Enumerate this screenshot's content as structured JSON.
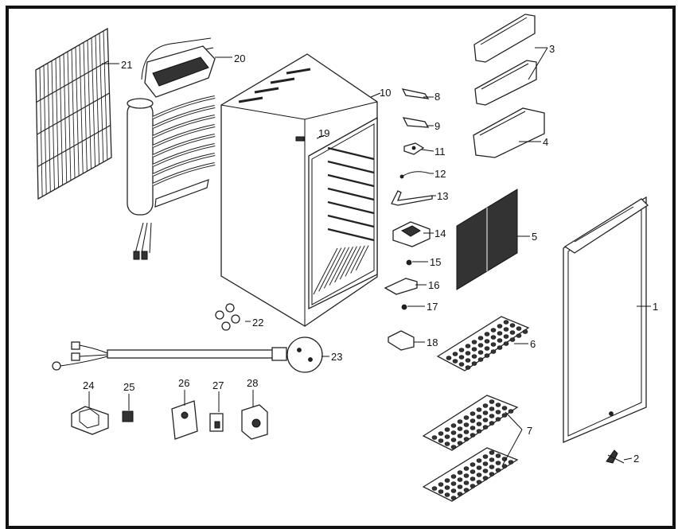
{
  "parts": [
    {
      "id": "part-1",
      "label": "1"
    },
    {
      "id": "part-2",
      "label": "2"
    },
    {
      "id": "part-3",
      "label": "3"
    },
    {
      "id": "part-4",
      "label": "4"
    },
    {
      "id": "part-5",
      "label": "5"
    },
    {
      "id": "part-6",
      "label": "6"
    },
    {
      "id": "part-7",
      "label": "7"
    },
    {
      "id": "part-8",
      "label": "8"
    },
    {
      "id": "part-9",
      "label": "9"
    },
    {
      "id": "part-10",
      "label": "10"
    },
    {
      "id": "part-11",
      "label": "11"
    },
    {
      "id": "part-12",
      "label": "12"
    },
    {
      "id": "part-13",
      "label": "13"
    },
    {
      "id": "part-14",
      "label": "14"
    },
    {
      "id": "part-15",
      "label": "15"
    },
    {
      "id": "part-16",
      "label": "16"
    },
    {
      "id": "part-17",
      "label": "17"
    },
    {
      "id": "part-18",
      "label": "18"
    },
    {
      "id": "part-19",
      "label": "19"
    },
    {
      "id": "part-20",
      "label": "20"
    },
    {
      "id": "part-21",
      "label": "21"
    },
    {
      "id": "part-22",
      "label": "22"
    },
    {
      "id": "part-23",
      "label": "23"
    },
    {
      "id": "part-24",
      "label": "24"
    },
    {
      "id": "part-25",
      "label": "25"
    },
    {
      "id": "part-26",
      "label": "26"
    },
    {
      "id": "part-27",
      "label": "27"
    },
    {
      "id": "part-28",
      "label": "28"
    }
  ],
  "colors": {
    "ink": "#111111",
    "paper": "#ffffff"
  }
}
